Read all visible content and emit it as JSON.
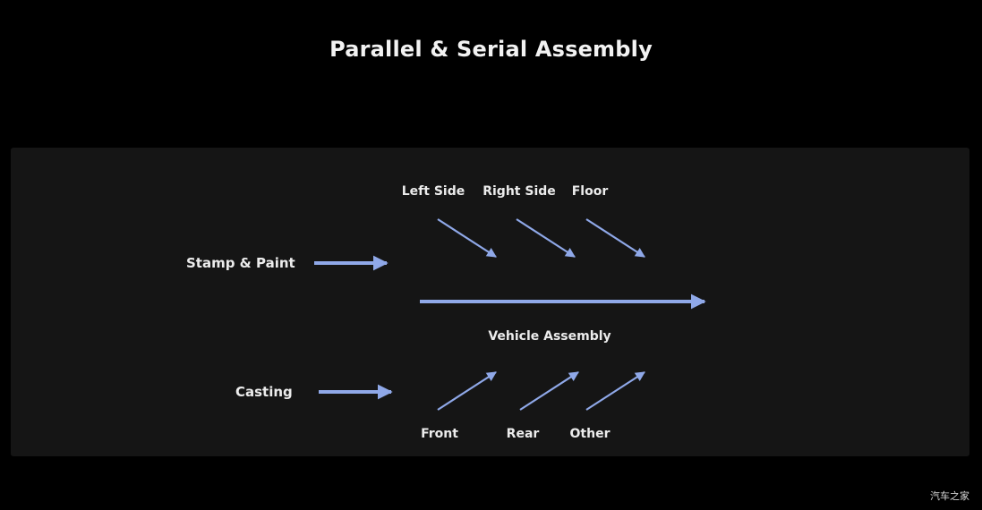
{
  "title": "Parallel & Serial Assembly",
  "inputs": {
    "stamp_paint": "Stamp & Paint",
    "casting": "Casting"
  },
  "top_branches": [
    "Left Side",
    "Right Side",
    "Floor"
  ],
  "bottom_branches": [
    "Front",
    "Rear",
    "Other"
  ],
  "main_line": "Vehicle Assembly",
  "colors": {
    "arrow": "#8fa8e8",
    "background": "#000000",
    "panel": "#151515",
    "text": "#ffffff"
  },
  "watermark": "汽车之家"
}
